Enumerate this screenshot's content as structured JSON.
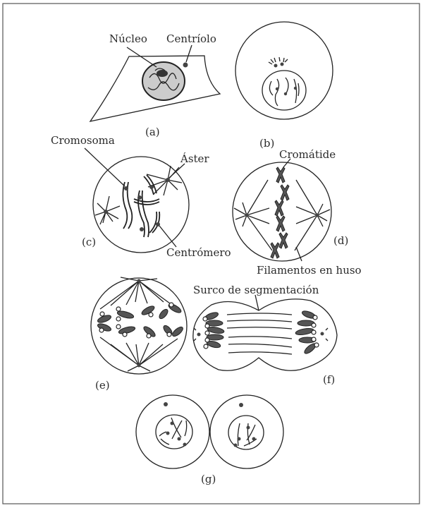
{
  "figure": {
    "labels": {
      "nucleo": "Núcleo",
      "centriolo": "Centríolo",
      "cromosoma": "Cromosoma",
      "aster": "Áster",
      "centromero": "Centrómero",
      "cromatide": "Cromátide",
      "filamentos": "Filamentos en huso",
      "surco": "Surco de segmentación"
    },
    "panels": [
      "(a)",
      "(b)",
      "(c)",
      "(d)",
      "(e)",
      "(f)",
      "(g)"
    ]
  }
}
